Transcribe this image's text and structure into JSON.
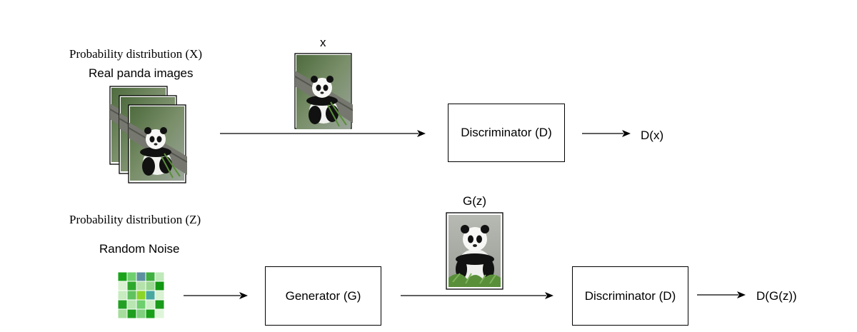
{
  "real": {
    "title": "Probability distribution (X)",
    "subtitle": "Real panda images",
    "sample_label": "x"
  },
  "noise": {
    "title": "Probability distribution (Z)",
    "subtitle": "Random Noise",
    "grid_colors": [
      [
        "#1aa31a",
        "#6fcf6f",
        "#5d8fa0",
        "#3fb03f",
        "#bfe9b9"
      ],
      [
        "#d8f2d2",
        "#2da82d",
        "#b5e2ab",
        "#9ad790",
        "#129812"
      ],
      [
        "#c6ecbf",
        "#5fc25f",
        "#8bd42a",
        "#47a8a0",
        "#d8f2d2"
      ],
      [
        "#23a023",
        "#b9e6b3",
        "#6dcf6d",
        "#cdeec6",
        "#1b9b1b"
      ],
      [
        "#a6dd9c",
        "#1f9f1f",
        "#7fcf7f",
        "#18a018",
        "#dff5da"
      ]
    ]
  },
  "generator": {
    "label": "Generator (G)",
    "output_label": "G(z)"
  },
  "discriminator_top": {
    "label": "Discriminator (D)",
    "output": "D(x)"
  },
  "discriminator_bottom": {
    "label": "Discriminator (D)",
    "output": "D(G(z))"
  },
  "colors": {
    "stroke": "#000000",
    "bamboo": "#5a8f3a",
    "rock": "#6b6f6a"
  }
}
